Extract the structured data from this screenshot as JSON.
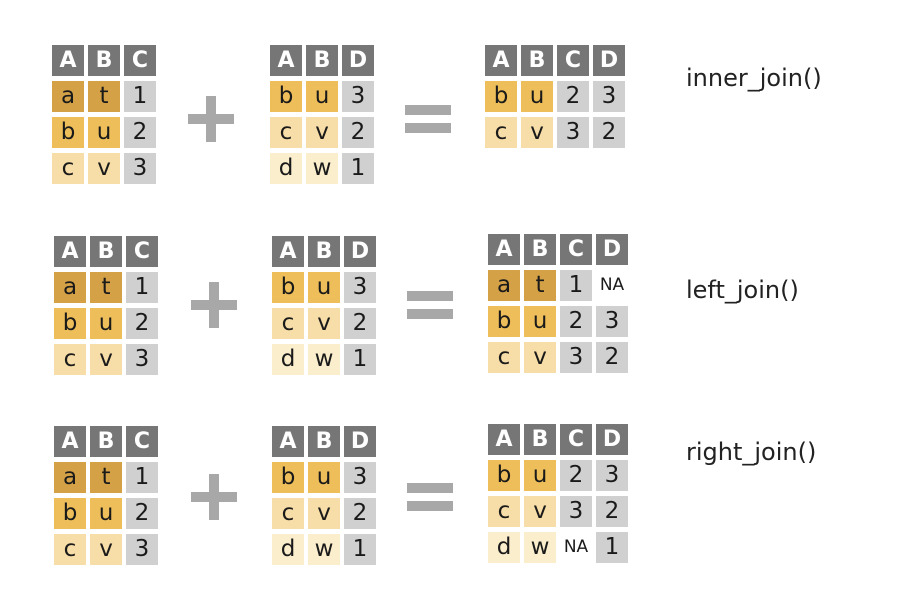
{
  "colors": {
    "header": "#767676",
    "dark": "#d4a146",
    "mid": "#edbe59",
    "light": "#f7dda7",
    "pale": "#fbeecd",
    "key": "#d0d0d0",
    "none": "#ffffff"
  },
  "x_table": {
    "headers": [
      "A",
      "B",
      "C"
    ],
    "rows": [
      [
        "a",
        "t",
        "1"
      ],
      [
        "b",
        "u",
        "2"
      ],
      [
        "c",
        "v",
        "3"
      ]
    ],
    "row_tones": [
      "dark",
      "mid",
      "light"
    ]
  },
  "y_table": {
    "headers": [
      "A",
      "B",
      "D"
    ],
    "rows": [
      [
        "b",
        "u",
        "3"
      ],
      [
        "c",
        "v",
        "2"
      ],
      [
        "d",
        "w",
        "1"
      ]
    ],
    "row_tones": [
      "mid",
      "light",
      "pale"
    ]
  },
  "joins": [
    {
      "label": "inner_join()",
      "result": {
        "headers": [
          "A",
          "B",
          "C",
          "D"
        ],
        "rows": [
          [
            "b",
            "u",
            "2",
            "3"
          ],
          [
            "c",
            "v",
            "3",
            "2"
          ]
        ],
        "row_tones": [
          "mid",
          "light"
        ],
        "na_cells": []
      }
    },
    {
      "label": "left_join()",
      "result": {
        "headers": [
          "A",
          "B",
          "C",
          "D"
        ],
        "rows": [
          [
            "a",
            "t",
            "1",
            "NA"
          ],
          [
            "b",
            "u",
            "2",
            "3"
          ],
          [
            "c",
            "v",
            "3",
            "2"
          ]
        ],
        "row_tones": [
          "dark",
          "mid",
          "light"
        ],
        "na_cells": [
          [
            0,
            3
          ]
        ]
      }
    },
    {
      "label": "right_join()",
      "result": {
        "headers": [
          "A",
          "B",
          "C",
          "D"
        ],
        "rows": [
          [
            "b",
            "u",
            "2",
            "3"
          ],
          [
            "c",
            "v",
            "3",
            "2"
          ],
          [
            "d",
            "w",
            "NA",
            "1"
          ]
        ],
        "row_tones": [
          "mid",
          "light",
          "pale"
        ],
        "na_cells": [
          [
            2,
            2
          ]
        ]
      }
    }
  ]
}
